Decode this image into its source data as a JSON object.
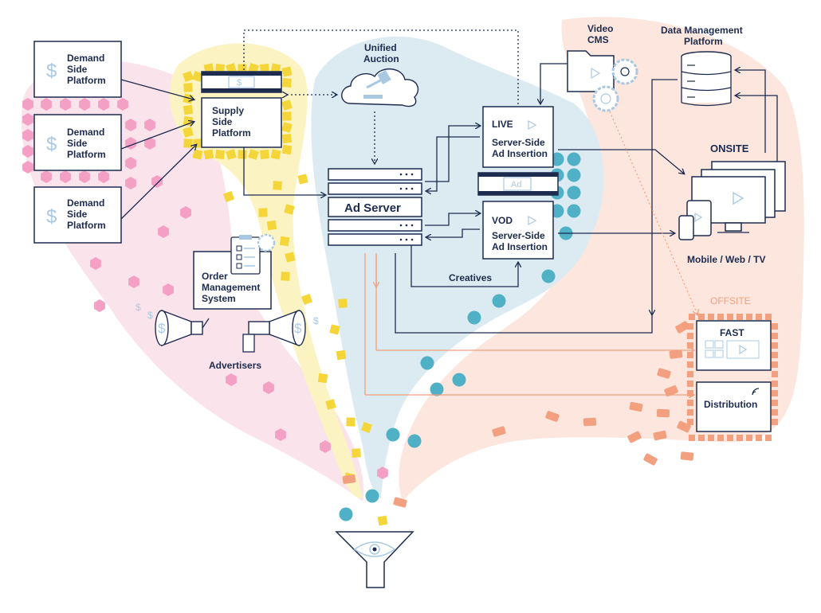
{
  "labels": {
    "dsp": [
      "Demand",
      "Side",
      "Platform"
    ],
    "ssp": [
      "Supply",
      "Side",
      "Platform"
    ],
    "unified_auction": [
      "Unified",
      "Auction"
    ],
    "ad_server": "Ad Server",
    "live": "LIVE",
    "vod": "VOD",
    "ssai": [
      "Server-Side",
      "Ad Insertion"
    ],
    "ad_strip": "Ad",
    "video_cms": [
      "Video",
      "CMS"
    ],
    "dmp": [
      "Data Management",
      "Platform"
    ],
    "onsite": "ONSITE",
    "devices": "Mobile / Web / TV",
    "offsite": "OFFSITE",
    "fast": "FAST",
    "distribution": "Distribution",
    "oms": [
      "Order",
      "Management",
      "System"
    ],
    "advertisers": "Advertisers",
    "creatives": "Creatives",
    "dollar": "$"
  },
  "colors": {
    "navy": "#1d2b4f",
    "pink_zone": "#fbe3ec",
    "pink_hex": "#f3a0c4",
    "yellow_zone": "#fbf3c2",
    "yellow_sq": "#f4d63a",
    "blue_zone": "#dcebf1",
    "teal_dot": "#4fb0c6",
    "peach_zone": "#fde6dd",
    "coral_rect": "#f2a07f",
    "light_blue_icon": "#a9c9e3"
  },
  "icons": [
    "dollar-icon",
    "gavel-cloud-icon",
    "server-icon",
    "play-icon",
    "film-strip-icon",
    "folder-icon",
    "gear-icon",
    "database-icon",
    "monitor-icon",
    "tablet-icon",
    "phone-icon",
    "clipboard-icon",
    "megaphone-icon",
    "wifi-icon",
    "funnel-eye-icon"
  ]
}
